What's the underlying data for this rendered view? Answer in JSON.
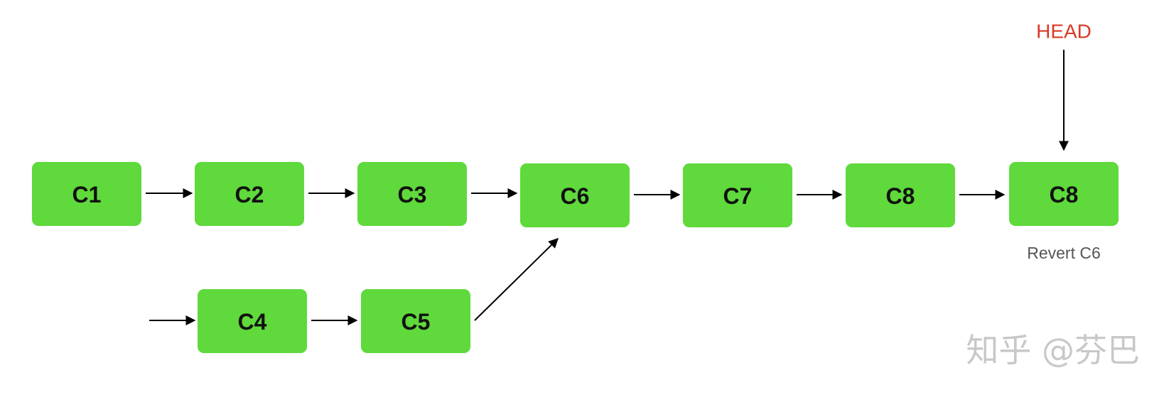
{
  "nodes": {
    "c1": "C1",
    "c2": "C2",
    "c3": "C3",
    "c4": "C4",
    "c5": "C5",
    "c6": "C6",
    "c7": "C7",
    "c8a": "C8",
    "c8b": "C8"
  },
  "head_label": "HEAD",
  "revert_note": "Revert C6",
  "watermark": "知乎 @芬巴",
  "colors": {
    "node_fill": "#5fd93c",
    "head_text": "#d93a26",
    "arrow": "#000000"
  }
}
